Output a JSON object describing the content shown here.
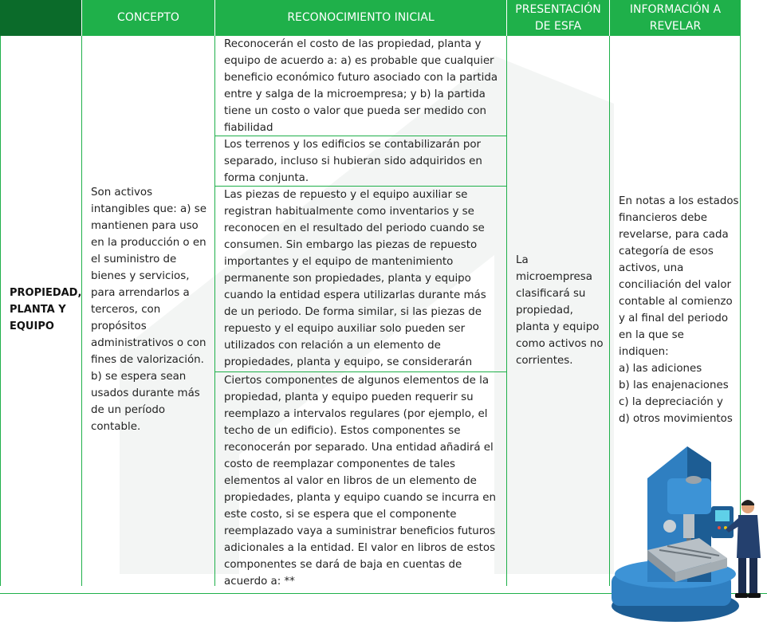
{
  "table": {
    "headers": {
      "row_label": "",
      "concepto": "CONCEPTO",
      "reconocimiento": "RECONOCIMIENTO INICIAL",
      "presentacion": "PRESENTACIÓN\nDE ESFA",
      "informacion": "INFORMACIÓN A\nREVELAR"
    },
    "row": {
      "label": "PROPIEDAD,\nPLANTA Y\nEQUIPO",
      "concepto": "Son activos\nintangibles que: a) se\nmantienen para uso\nen la producción o en\nel suministro de\nbienes y servicios,\npara arrendarlos a\nterceros, con\npropósitos\nadministrativos o con\nfines de valorización.\nb) se espera sean\nusados durante más\nde un período\ncontable.",
      "reconocimiento": [
        "Reconocerán el costo de las propiedad, planta y\nequipo de acuerdo a: a) es probable que cualquier\nbeneficio económico futuro asociado con la partida\nentre y salga de la microempresa; y b) la partida\ntiene un costo o valor que pueda ser medido con\nfiabilidad",
        "Los terrenos y los edificios se contabilizarán por\nseparado, incluso si hubieran sido adquiridos en\nforma conjunta.",
        "Las piezas de repuesto y el equipo auxiliar se\nregistran habitualmente como inventarios y se\nreconocen en el resultado del periodo cuando se\nconsumen. Sin embargo las piezas de repuesto\nimportantes y el equipo de mantenimiento\npermanente son propiedades, planta y equipo\ncuando la entidad espera utilizarlas durante más\nde un periodo. De forma similar, si las piezas de\nrepuesto y el equipo auxiliar solo pueden ser\nutilizados  con relación a un elemento de\npropiedades, planta y equipo, se considerarán",
        "Ciertos componentes de algunos elementos de la\npropiedad, planta y equipo pueden requerir su\nreemplazo a intervalos regulares (por ejemplo, el\ntecho de un edificio). Estos componentes se\nreconocerán por separado. Una entidad añadirá el\ncosto de reemplazar componentes de tales\nelementos al valor en libros de un elemento de\npropiedades, planta y equipo cuando se incurra en\neste costo, si se espera que el componente\nreemplazado vaya a suministrar beneficios futuros\nadicionales a la entidad. El valor en libros de estos\ncomponentes se dará de baja en cuentas de\nacuerdo a: **"
      ],
      "presentacion": "La\nmicroempresa\nclasificará su\npropiedad,\nplanta y equipo\ncomo activos no\ncorrientes.",
      "informacion": "En notas a los estados\nfinancieros debe\nrevelarse, para cada\ncategoría de esos\nactivos, una\nconciliación del valor\ncontable al comienzo\ny al final del periodo\nen la que se\nindiquen:\na) las adiciones\nb) las enajenaciones\nc) la depreciación y\nd) otros movimientos"
    }
  },
  "colors": {
    "header_green": "#1fb04a",
    "header_dark_green": "#0b6b2a",
    "machine_blue": "#2f7fc1",
    "watermark_gray": "#f3f5f4"
  },
  "illustration": {
    "icon": "milling-machine-with-worker-icon"
  }
}
